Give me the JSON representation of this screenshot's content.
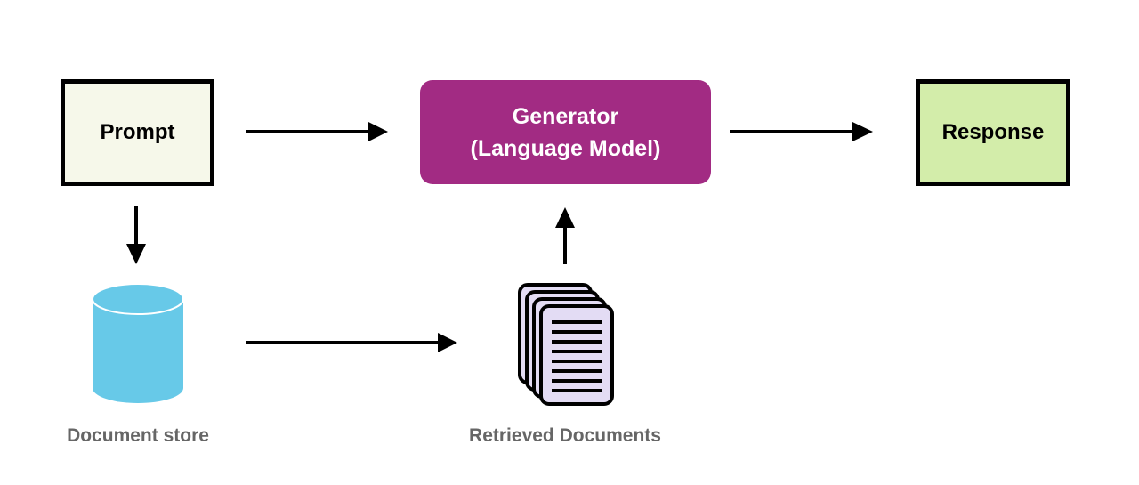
{
  "nodes": {
    "prompt": "Prompt",
    "generator_line1": "Generator",
    "generator_line2": "(Language Model)",
    "response": "Response"
  },
  "captions": {
    "document_store": "Document store",
    "retrieved_documents": "Retrieved Documents"
  },
  "colors": {
    "prompt_fill": "#f6f8ea",
    "generator_fill": "#a22b83",
    "response_fill": "#d3edaa",
    "database_fill": "#67c9e8",
    "document_fill": "#e3dcf4",
    "caption_text": "#666666"
  },
  "icons": {
    "store": "database-icon",
    "retrieved": "document-stack-icon"
  }
}
